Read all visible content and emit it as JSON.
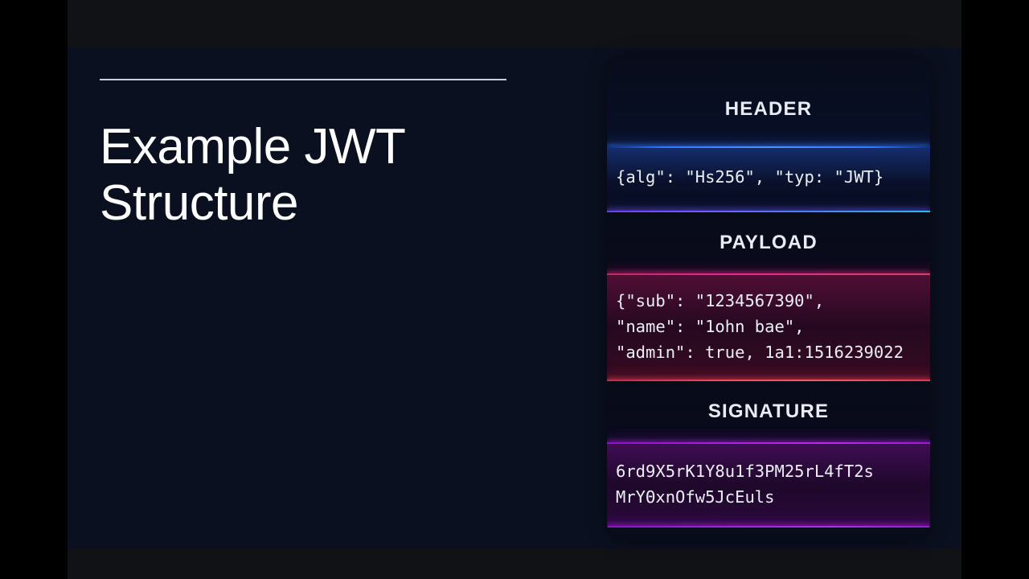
{
  "slide": {
    "title": "Example JWT Structure",
    "background_color": "#0b1020",
    "accent_rule_color": "#c9cfe0"
  },
  "recording_indicator": {
    "name": "recording-dot",
    "color": "#e8901f"
  },
  "jwt_card": {
    "sections": [
      {
        "label": "HEADER",
        "accent_color": "#3c82ff",
        "lines": [
          "{alg\": \"Hs256\", \"typ: \"JWT}"
        ]
      },
      {
        "label": "PAYLOAD",
        "accent_color": "#e5288f",
        "lines": [
          "{\"sub\": \"1234567390\",",
          "\"name\": \"1ohn bae\",",
          "\"admin\": true, 1a1:1516239022"
        ]
      },
      {
        "label": "SIGNATURE",
        "accent_color": "#b42fe6",
        "lines": [
          "6rd9X5rK1Y8u1f3PM25rL4fT2s",
          "MrYΘxnOfw5JcEuls"
        ]
      }
    ]
  }
}
